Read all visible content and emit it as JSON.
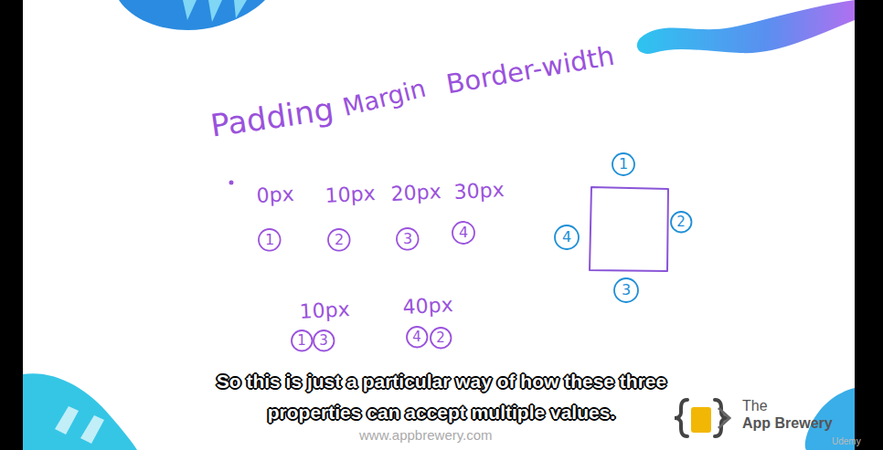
{
  "diagram": {
    "caption": "So this is just a particular way of how these three properties can accept multiple values.",
    "nodes": [
      {
        "text": [
          "1"
        ]
      },
      {
        "text": [
          "2"
        ]
      },
      {
        "text": [
          "3"
        ]
      },
      {
        "text": [
          "4"
        ]
      },
      {
        "text": [
          "1"
        ]
      },
      {
        "text": [
          "3"
        ]
      },
      {
        "text": [
          "4"
        ]
      },
      {
        "text": [
          "2"
        ]
      },
      {
        "text": [
          "1"
        ]
      },
      {
        "text": [
          "4"
        ]
      },
      {
        "text": [
          "2"
        ]
      },
      {
        "text": [
          "3"
        ]
      }
    ],
    "labels": [
      "Padding",
      "Margin",
      "Border-width",
      "0px",
      "10px",
      "20px",
      "30px",
      "10px",
      "40px",
      "www.appbrewery.com",
      "The",
      "App Brewery",
      "Udemy"
    ]
  }
}
